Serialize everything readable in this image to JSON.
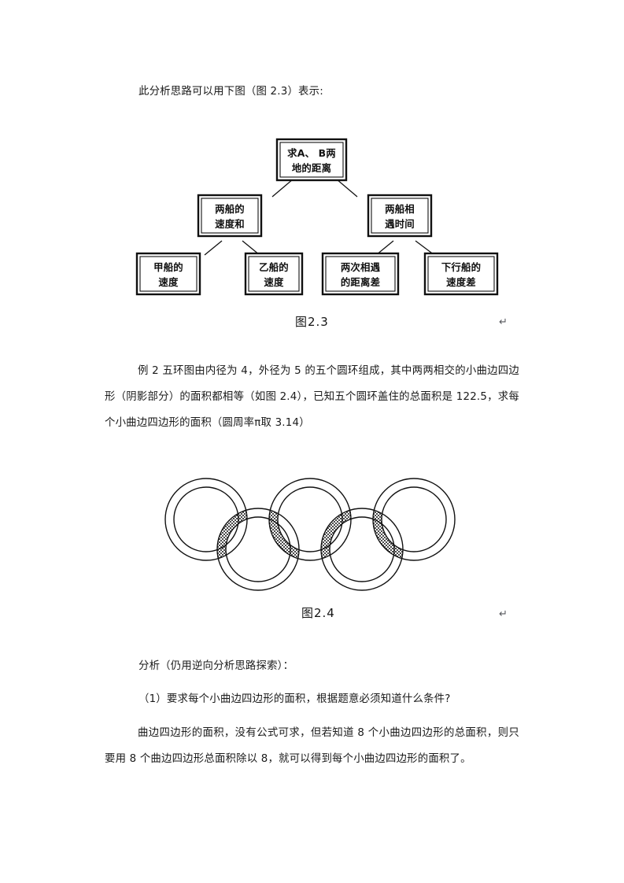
{
  "page": {
    "background": "#ffffff",
    "text_color": "#1a1a1a"
  },
  "intro": {
    "line": "此分析思路可以用下图（图 2.3）表示:"
  },
  "figure_2_3": {
    "caption": "图2.3",
    "return_mark": "↵",
    "nodes": {
      "root": "求A、B两\n地的距离",
      "root_line1": "求A、 B两",
      "root_line2": "地的距离",
      "left_mid_line1": "两船的",
      "left_mid_line2": "速度和",
      "right_mid_line1": "两船相",
      "right_mid_line2": "遇时间",
      "leaf1_line1": "甲船的",
      "leaf1_line2": "速度",
      "leaf2_line1": "乙船的",
      "leaf2_line2": "速度",
      "leaf3_line1": "两次相遇",
      "leaf3_line2": "的距离差",
      "leaf4_line1": "下行船的",
      "leaf4_line2": "速度差"
    }
  },
  "example_2": {
    "text": "例 2  五环图由内径为 4，外径为 5 的五个圆环组成，其中两两相交的小曲边四边形（阴影部分）的面积都相等（如图 2.4），已知五个圆环盖住的总面积是 122.5，求每个小曲边四边形的面积（圆周率π取 3.14）",
    "values": {
      "inner_diameter": "4",
      "outer_diameter": "5",
      "ring_count": "五",
      "total_area": "122.5",
      "pi": "3.14"
    }
  },
  "figure_2_4": {
    "caption": "图2.4",
    "return_mark": "↵",
    "ring_count": 5,
    "shaded_regions": 8,
    "description": "五环图，五个圆环两两相交，交叠处为阴影小曲边四边形"
  },
  "analysis": {
    "heading": "分析（仍用逆向分析思路探索）：",
    "question_1": "（1）要求每个小曲边四边形的面积，根据题意必须知道什么条件?",
    "answer_1": "曲边四边形的面积，没有公式可求，但若知道 8 个小曲边四边形的总面积，则只要用 8 个曲边四边形总面积除以 8，就可以得到每个小曲边四边形的面积了。"
  },
  "chart_data": {
    "type": "diagram",
    "title": "图2.3 逆向分析树状图",
    "tree": {
      "label": "求A、B两地的距离",
      "children": [
        {
          "label": "两船的速度和",
          "children": [
            {
              "label": "甲船的速度"
            },
            {
              "label": "乙船的速度"
            }
          ]
        },
        {
          "label": "两船相遇时间",
          "children": [
            {
              "label": "两次相遇的距离差"
            },
            {
              "label": "下行船的速度差"
            }
          ]
        }
      ]
    }
  }
}
